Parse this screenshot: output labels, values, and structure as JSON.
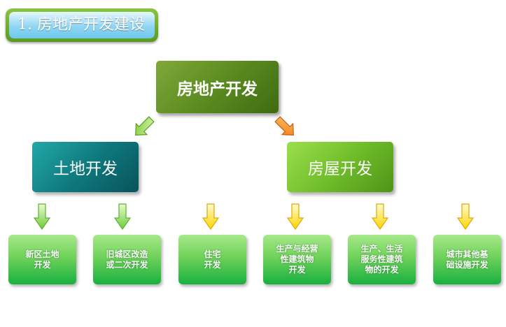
{
  "title": "1. 房地产开发建设",
  "root": {
    "label": "房地产开发"
  },
  "branches": [
    {
      "label": "土地开发",
      "children": [
        "新区土地\n开发",
        "旧城区改造\n或二次开发"
      ]
    },
    {
      "label": "房屋开发",
      "children": [
        "住宅\n开发",
        "生产与经营\n性建筑物\n开发",
        "生产、生活\n服务性建筑\n物的开发",
        "城市其他基\n础设施开发"
      ]
    }
  ],
  "colors": {
    "arrow_green": "#8fd84a",
    "arrow_orange": "#f08a18",
    "arrow_yellow": "#ffe020"
  }
}
